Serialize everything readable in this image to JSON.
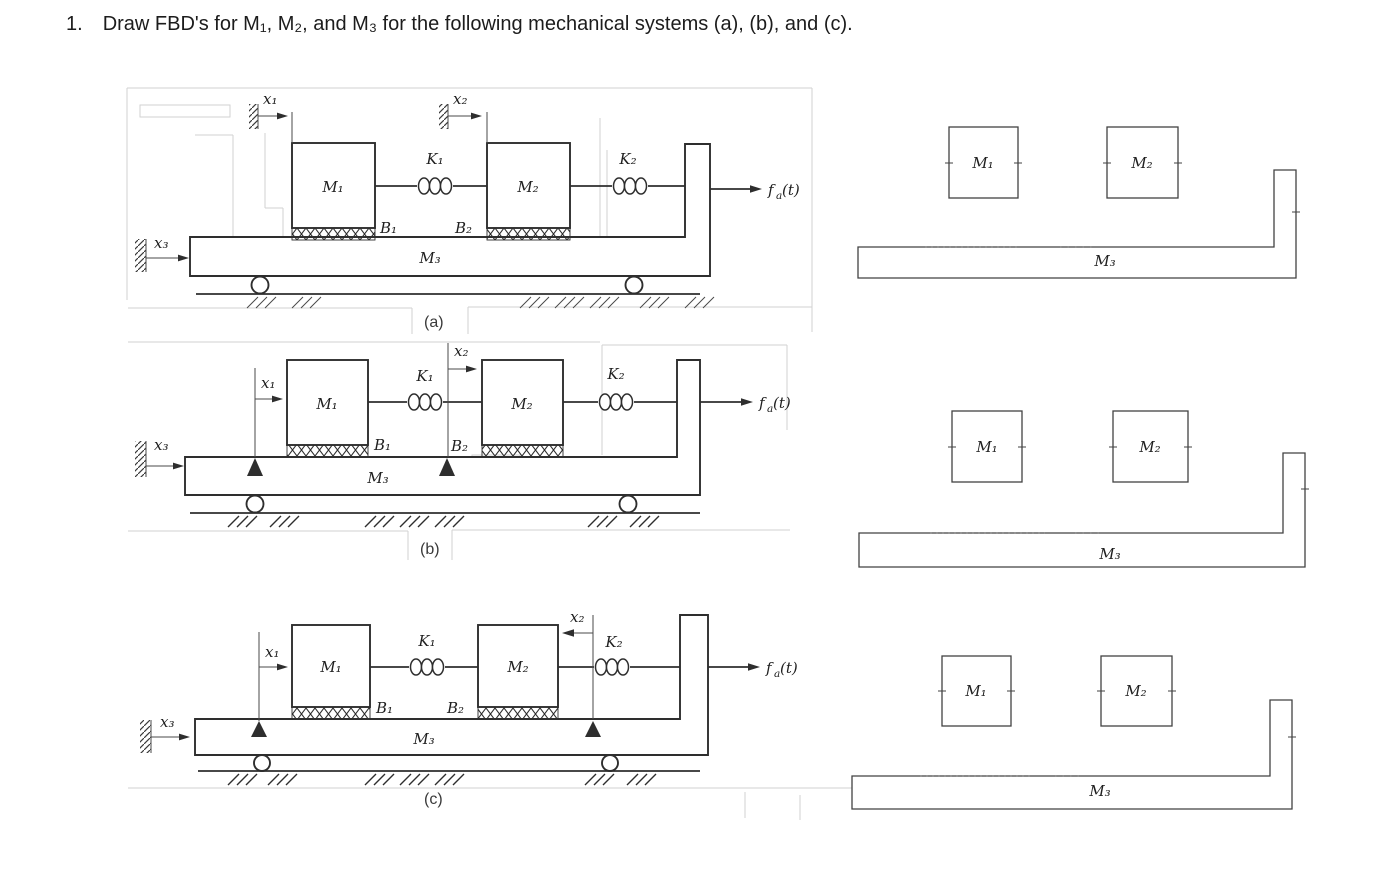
{
  "title": {
    "number": "1.",
    "text": "Draw FBD's for M₁, M₂, and M₃ for the following mechanical systems (a), (b), and (c)."
  },
  "labels": {
    "m1": "M₁",
    "m2": "M₂",
    "m3": "M₃",
    "k1": "K₁",
    "k2": "K₂",
    "b1": "B₁",
    "b2": "B₂",
    "x1": "x₁",
    "x2": "x₂",
    "x3": "x₃",
    "force": {
      "base": "f",
      "sub": "a",
      "arg": "(t)"
    }
  },
  "systems": [
    {
      "caption": "(a)"
    },
    {
      "caption": "(b)"
    },
    {
      "caption": "(c)"
    }
  ],
  "colors": {
    "ink": "#2e2e2e",
    "faint": "#d2d2d2",
    "paper": "#ffffff"
  }
}
